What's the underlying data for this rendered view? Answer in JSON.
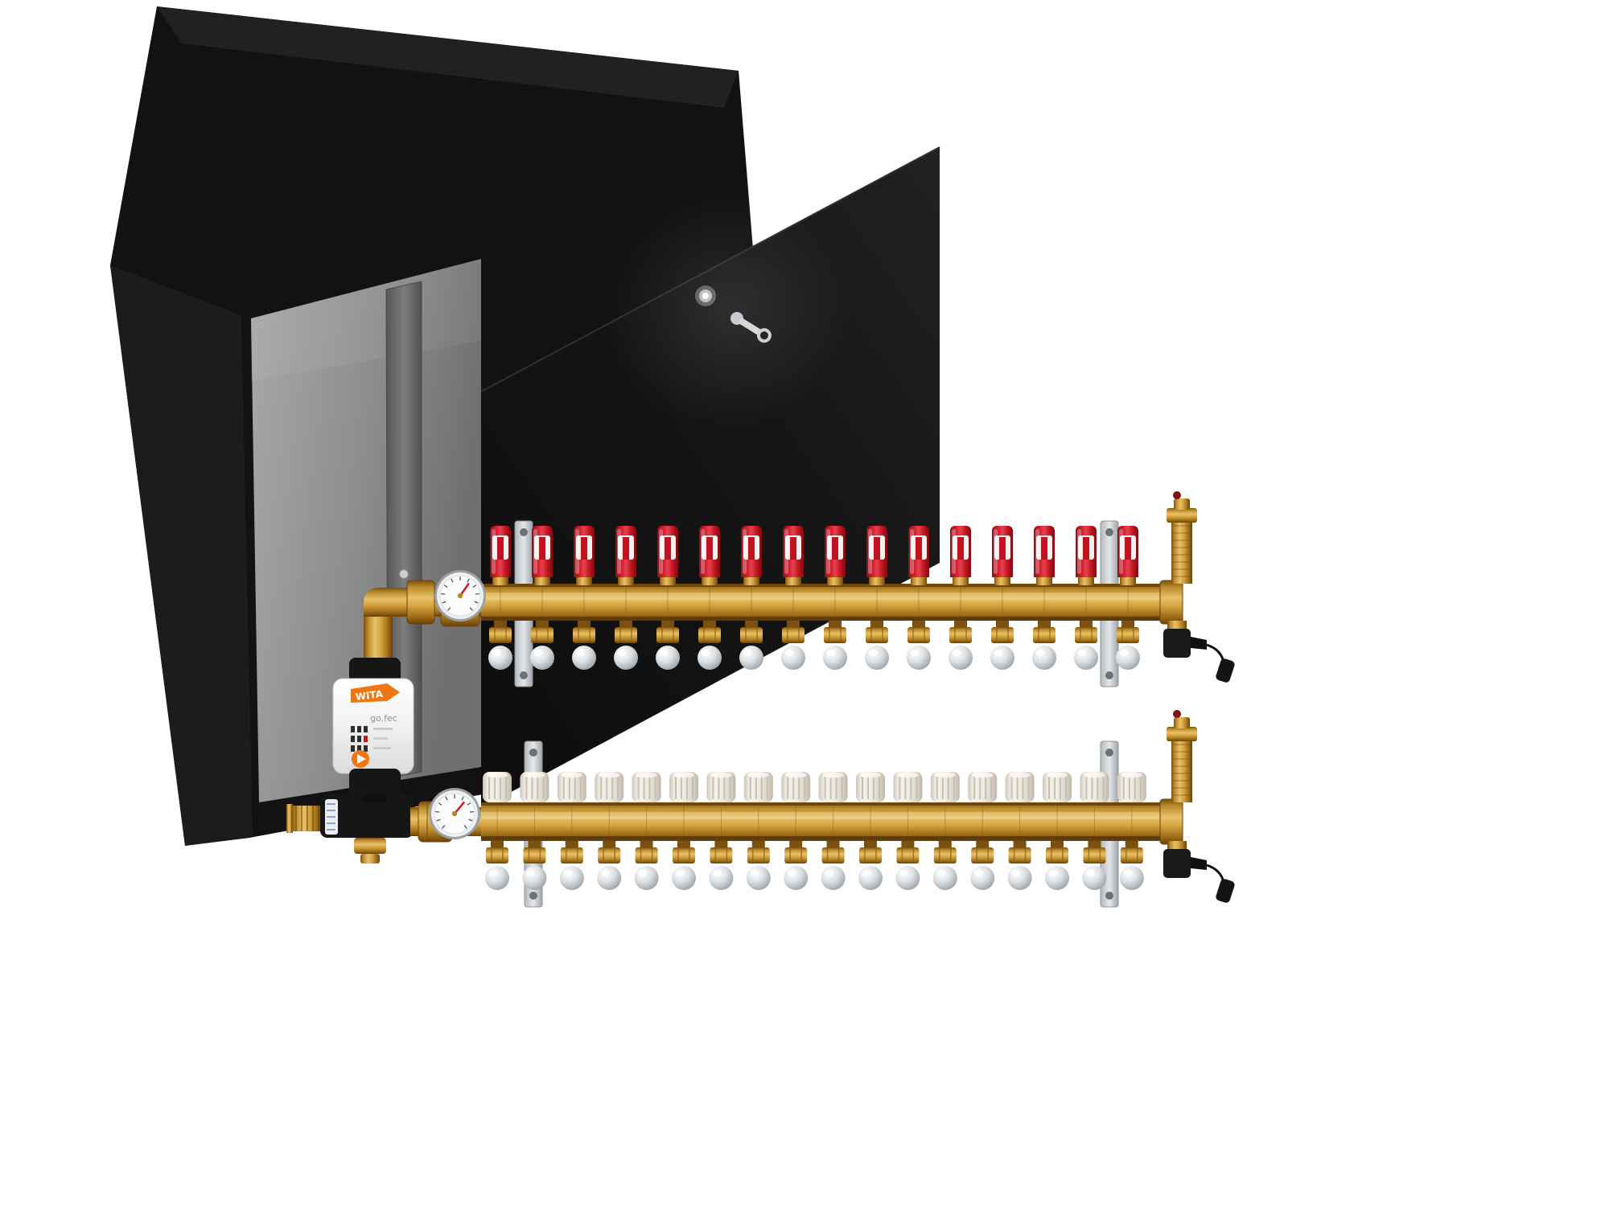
{
  "image_type": "product-photo",
  "subject": "Underfloor heating brass manifold set with black wall-mounted cabinet",
  "branding": {
    "logo_text": "WITA",
    "model_text": "go.fec"
  },
  "manifold": {
    "supply_flow_meter_count": 16,
    "supply_outlet_count": 16,
    "return_cap_count": 18,
    "return_outlet_count": 18
  },
  "colors": {
    "background": "#ffffff",
    "cabinet_black": "#121212",
    "door_black": "#151515",
    "interior_gray": "#8b8b8b",
    "brass": "#c9952f",
    "flow_meter_red": "#c3121f",
    "chrome": "#c9ced2",
    "cap_white": "#efece4",
    "steel_bracket": "#c6cbce",
    "accent_orange": "#ee7711"
  }
}
